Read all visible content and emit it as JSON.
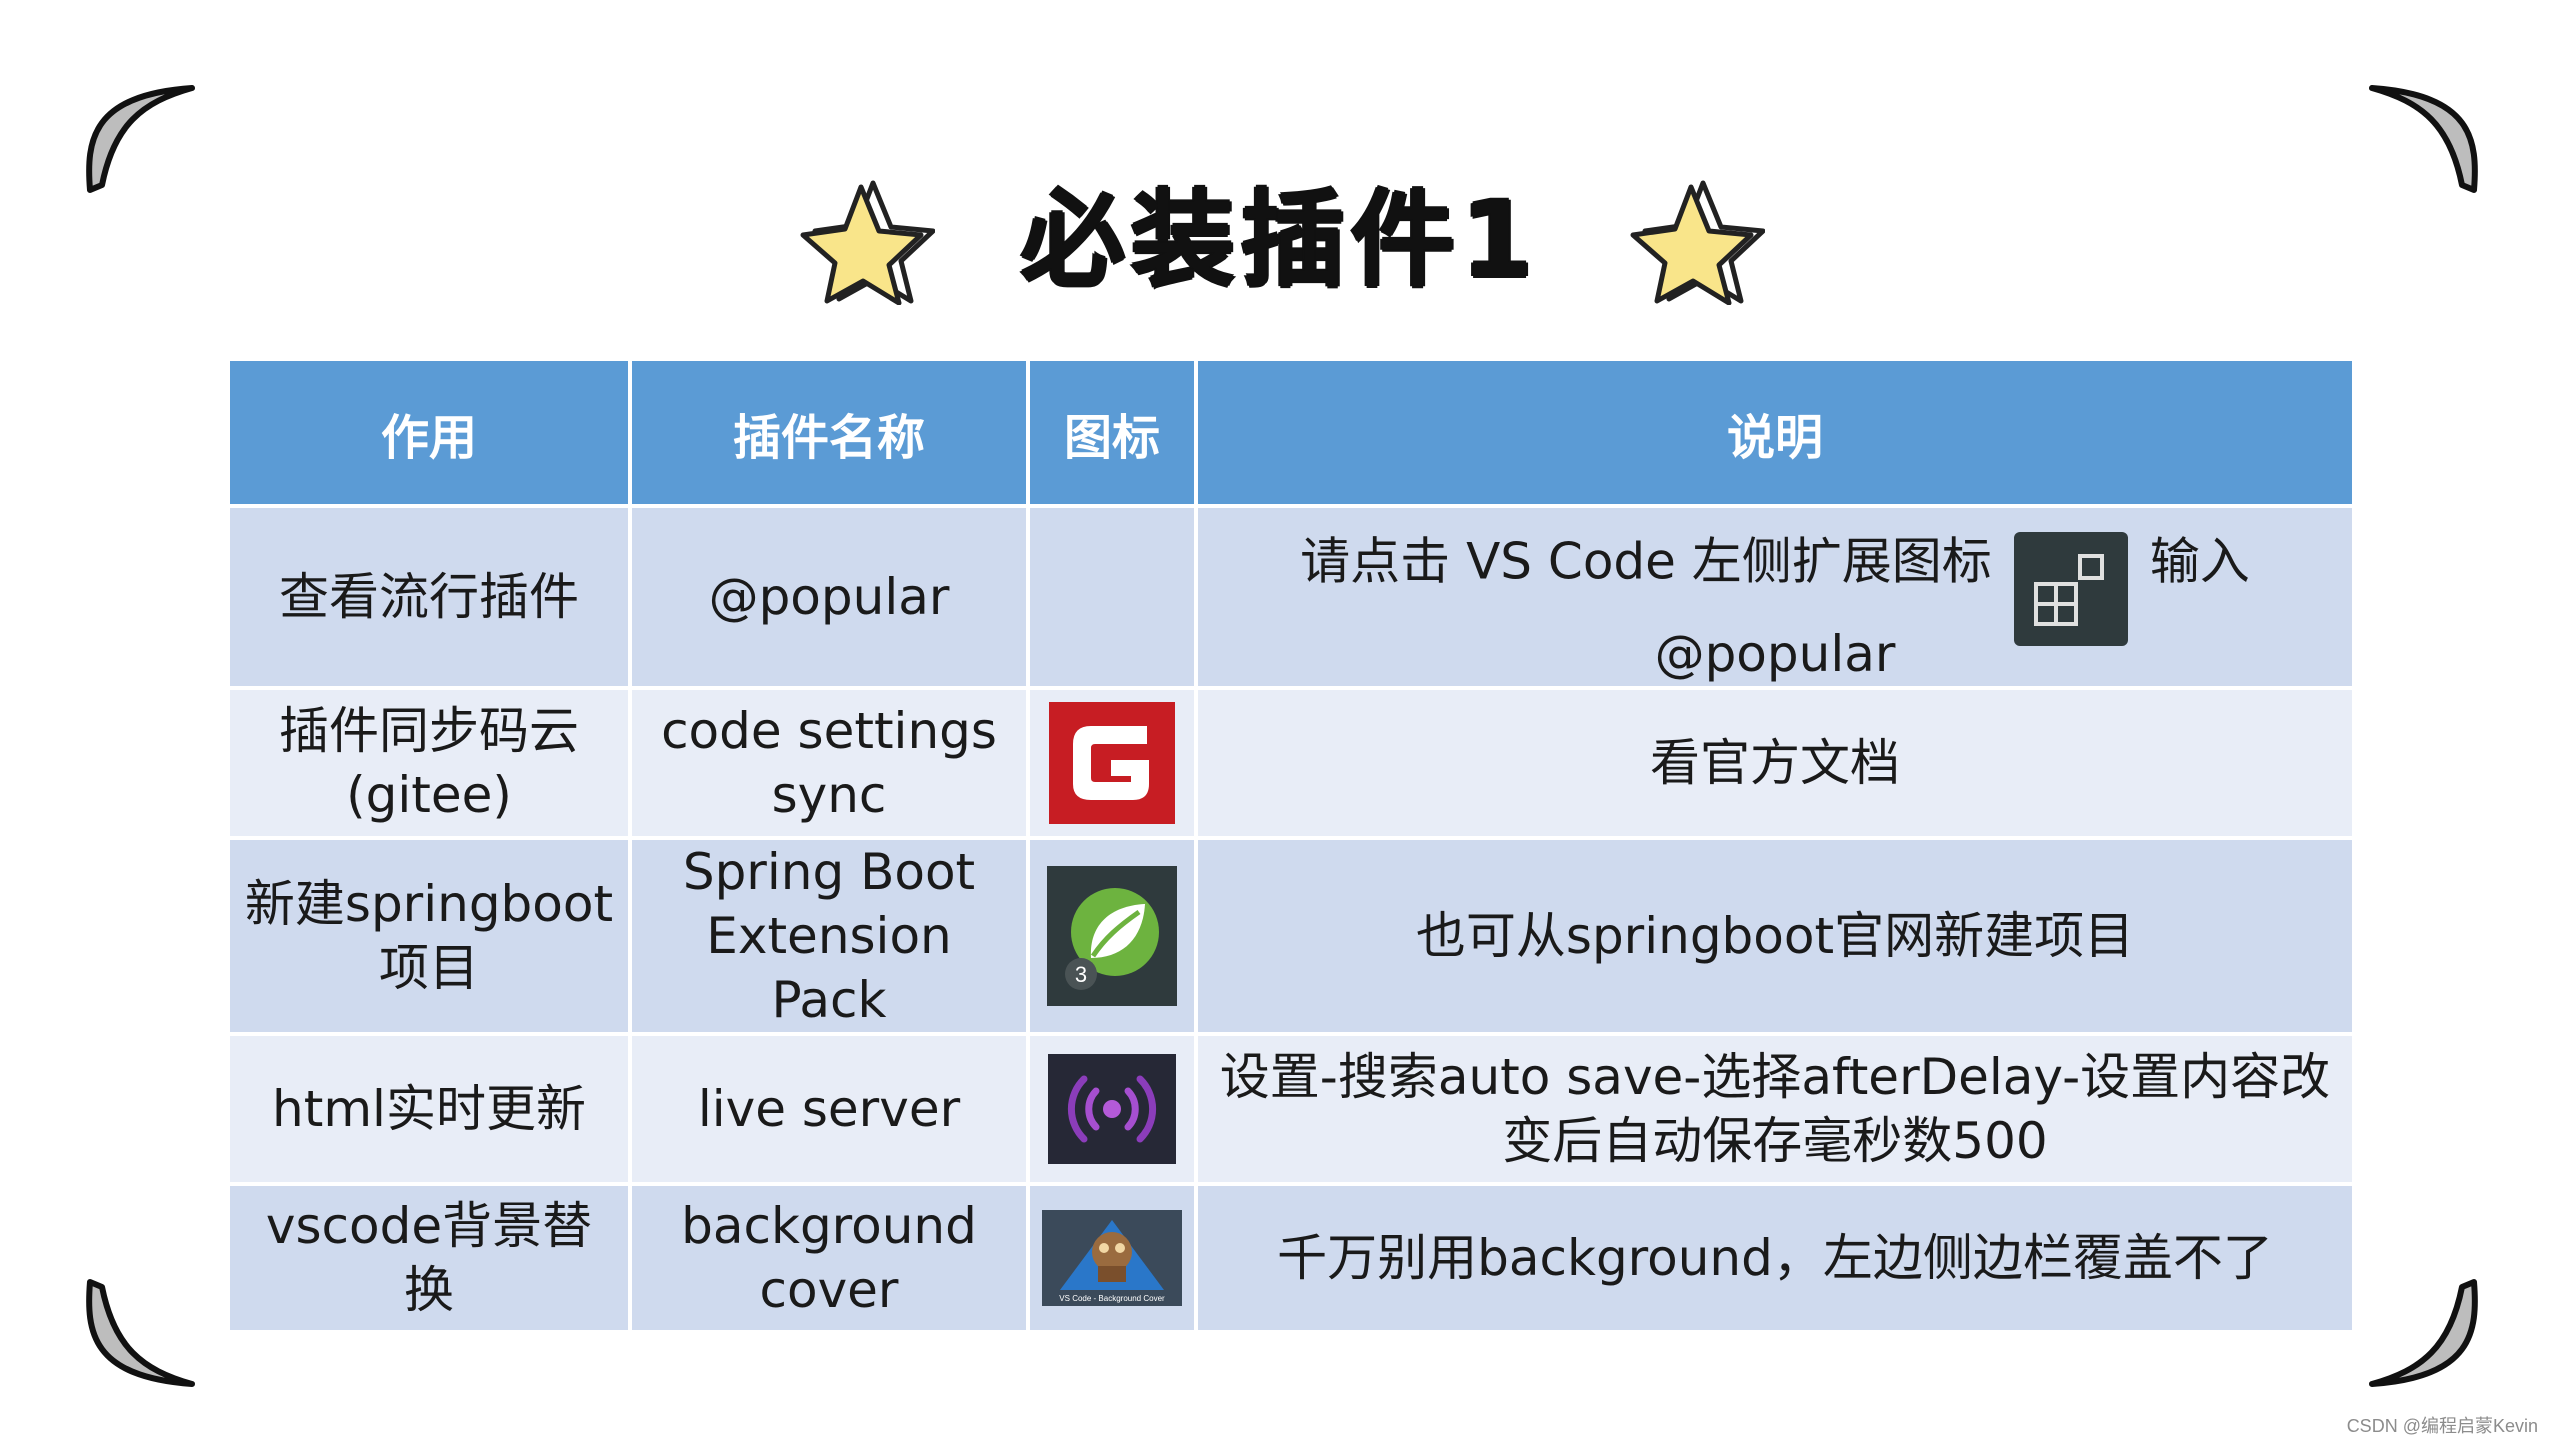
{
  "title": "必装插件1",
  "table": {
    "headers": [
      "作用",
      "插件名称",
      "图标",
      "说明"
    ],
    "rows": [
      {
        "purpose": "查看流行插件",
        "plugin": "@popular",
        "icon": "",
        "note_part1": "请点击 VS Code 左侧扩展图标",
        "note_part2": "输入 @popular"
      },
      {
        "purpose": "插件同步码云(gitee)",
        "plugin": "code settings sync",
        "icon": "gitee-icon",
        "note": "看官方文档"
      },
      {
        "purpose": "新建springboot项目",
        "plugin": "Spring Boot Extension Pack",
        "icon": "spring-boot-icon",
        "icon_badge": "3",
        "note": "也可从springboot官网新建项目"
      },
      {
        "purpose": "html实时更新",
        "plugin": "live server",
        "icon": "live-server-icon",
        "note": "设置-搜索auto save-选择afterDelay-设置内容改变后自动保存毫秒数500"
      },
      {
        "purpose": "vscode背景替换",
        "plugin": "background cover",
        "icon": "background-cover-icon",
        "icon_caption": "VS Code - Background Cover",
        "note": "千万别用background，左边侧边栏覆盖不了"
      }
    ]
  },
  "colors": {
    "header_bg": "#5b9bd5",
    "row_odd": "#cfdaee",
    "row_even": "#e8edf7",
    "star_fill": "#f9e58a"
  },
  "watermark": "CSDN @编程启蒙Kevin"
}
